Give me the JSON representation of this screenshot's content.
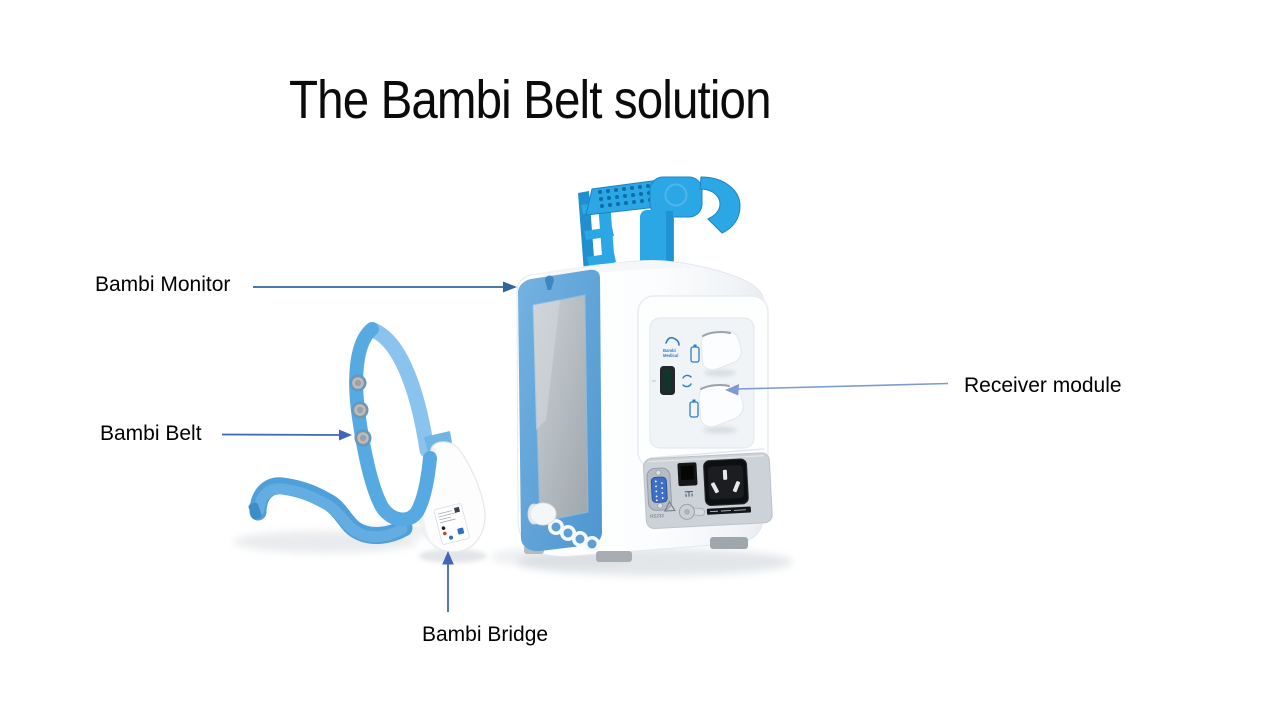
{
  "slide": {
    "title": "The Bambi Belt solution"
  },
  "callouts": {
    "monitor": {
      "label": "Bambi Monitor"
    },
    "belt": {
      "label": "Bambi Belt"
    },
    "receiver": {
      "label": "Receiver module"
    },
    "bridge": {
      "label": "Bambi Bridge"
    }
  },
  "device_markings": {
    "logo_line1": "Bambi",
    "logo_line2": "Medical",
    "serial_port_label": "RS232"
  },
  "colors": {
    "background": "#FFFFFF",
    "title-text": "#0B0B0B",
    "label-text": "#000000",
    "arrow-monitor": "#31669B",
    "arrow-belt": "#4166B8",
    "arrow-receiver": "#7E9AD3",
    "arrow-bridge": "#4166B8",
    "handle-blue": "#2BA7E6",
    "handle-blue-dark": "#1F8FCE",
    "bezel-blue": "#66A9DD",
    "belt-blue": "#57A9E1",
    "belt-blue-light": "#8AC4EE",
    "belt-blue-deep": "#4E9FDA",
    "screen-gray": "#AEB6BC",
    "connector-panel-gray": "#CDD2D8",
    "serial-port-blue": "#3E6FC4"
  }
}
